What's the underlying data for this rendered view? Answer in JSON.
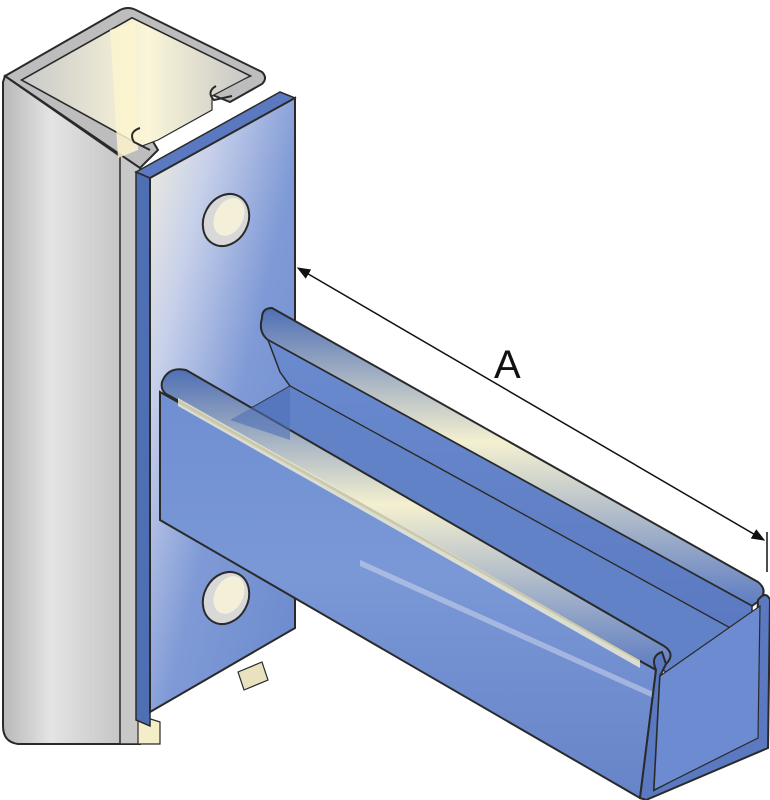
{
  "diagram": {
    "dimension_label": "A",
    "parts": [
      {
        "name": "vertical-strut-channel",
        "role": "upright slotted channel post"
      },
      {
        "name": "cantilever-bracket",
        "role": "horizontal channel arm"
      },
      {
        "name": "base-plate",
        "role": "mounting plate with two bolt holes"
      }
    ],
    "colors": {
      "steel": "#d6d6d6",
      "steel_dark": "#a9a9a9",
      "bracket_blue": "#6e8fd1",
      "bracket_blue_dark": "#4f6fb5",
      "bracket_highlight": "#f4f0d0",
      "outline": "#2a2a2a"
    }
  }
}
